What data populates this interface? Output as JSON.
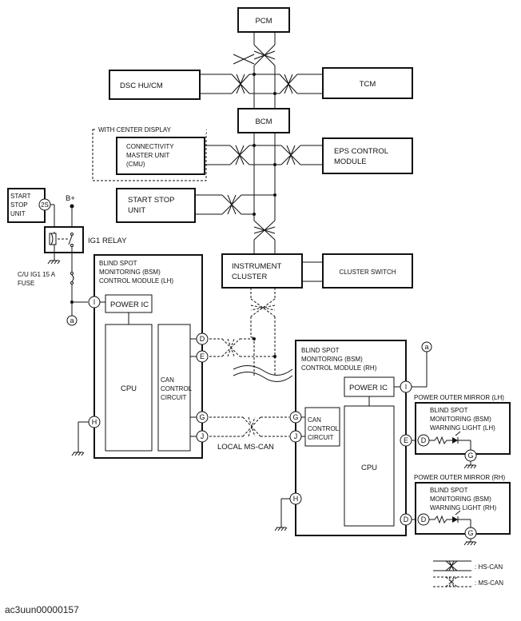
{
  "modules": {
    "pcm": "PCM",
    "dsc": "DSC HU/CM",
    "tcm": "TCM",
    "bcm": "BCM",
    "cmu": [
      "CONNECTIVITY",
      "MASTER UNIT",
      "(CMU)"
    ],
    "center_display": "WITH CENTER DISPLAY",
    "eps": [
      "EPS CONTROL",
      "MODULE"
    ],
    "start_stop_unit": [
      "START STOP",
      "UNIT"
    ],
    "start_stop_unit_small": [
      "START",
      "STOP",
      "UNIT"
    ],
    "instrument_cluster": [
      "INSTRUMENT",
      "CLUSTER"
    ],
    "cluster_switch": "CLUSTER SWITCH",
    "bsm_lh": [
      "BLIND SPOT",
      "MONITORING (BSM)",
      "CONTROL MODULE (LH)"
    ],
    "bsm_rh": [
      "BLIND SPOT",
      "MONITORING (BSM)",
      "CONTROL MODULE (RH)"
    ],
    "power_ic": "POWER IC",
    "cpu": "CPU",
    "can_control": [
      "CAN",
      "CONTROL",
      "CIRCUIT"
    ],
    "mirror_lh_title": "POWER OUTER MIRROR (LH)",
    "mirror_rh_title": "POWER OUTER MIRROR (RH)",
    "warn_lh": [
      "BLIND SPOT",
      "MONITORING (BSM)",
      "WARNING LIGHT (LH)"
    ],
    "warn_rh": [
      "BLIND SPOT",
      "MONITORING (BSM)",
      "WARNING LIGHT (RH)"
    ]
  },
  "power": {
    "b_plus": "B+",
    "relay": "IG1 RELAY",
    "fuse": [
      "C/U IG1 15 A",
      "FUSE"
    ],
    "pin_2s": "2S",
    "junction": "a"
  },
  "pins": {
    "I": "I",
    "D": "D",
    "E": "E",
    "G": "G",
    "J": "J",
    "H": "H"
  },
  "bus": {
    "local": "LOCAL MS-CAN"
  },
  "legend": {
    "hs": ": HS-CAN",
    "ms": ": MS-CAN"
  },
  "image_id": "ac3uun00000157"
}
